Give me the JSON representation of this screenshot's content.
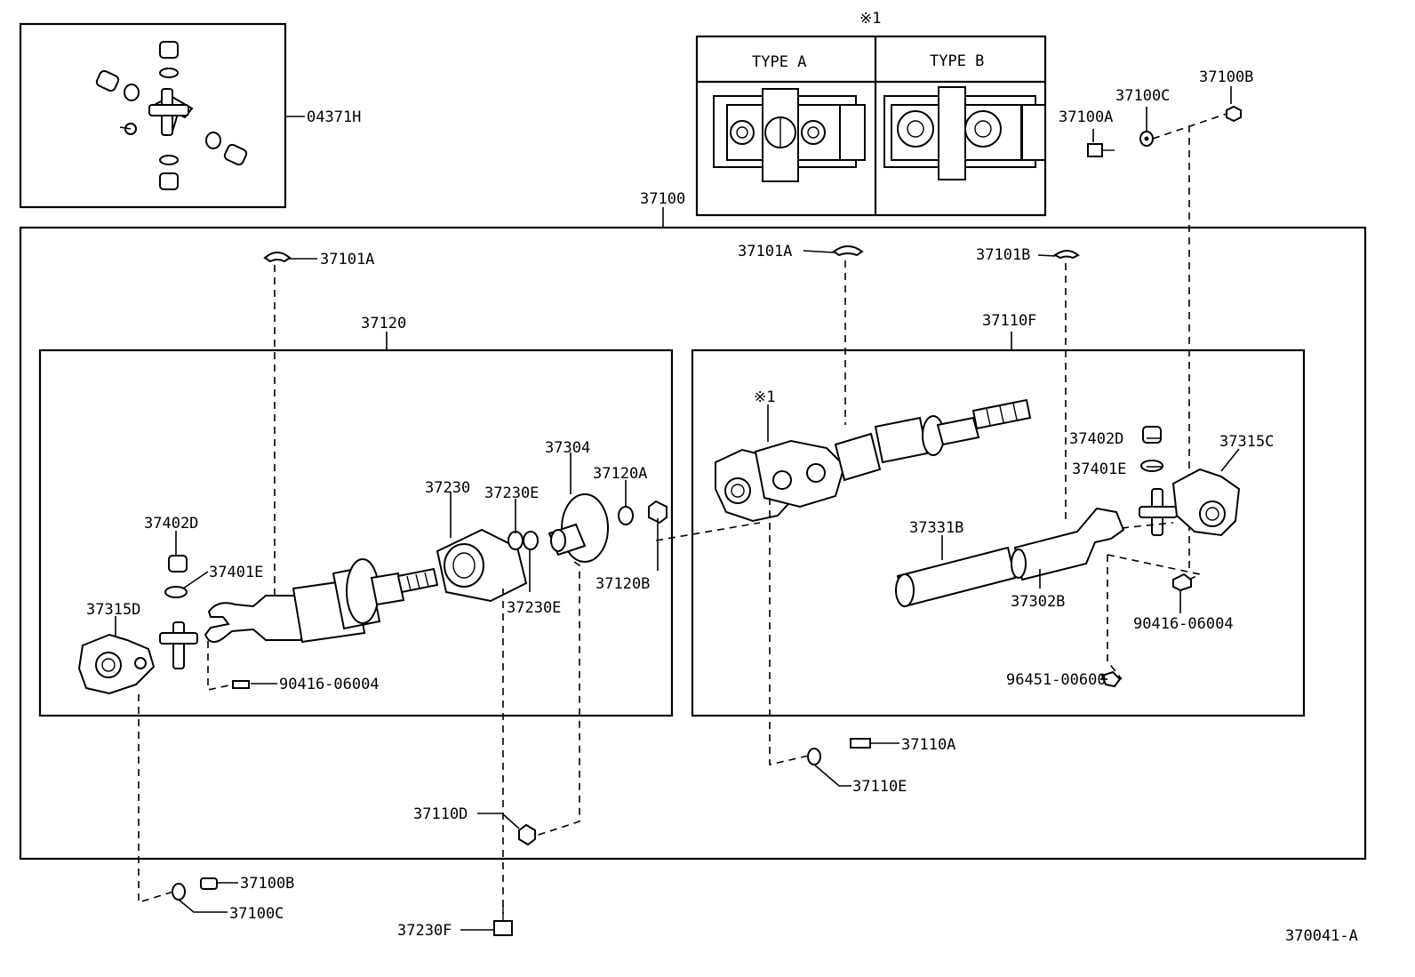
{
  "diagram": {
    "note_ref": "※1",
    "type_a_label": "TYPE A",
    "type_b_label": "TYPE B",
    "drawing_number": "370041-A",
    "parts": {
      "p04371H": "04371H",
      "p37100": "37100",
      "p37100A": "37100A",
      "p37100B_top": "37100B",
      "p37100C_top": "37100C",
      "p37101A_left": "37101A",
      "p37101A_mid": "37101A",
      "p37101B": "37101B",
      "p37120": "37120",
      "p37110F": "37110F",
      "p37304": "37304",
      "p37230": "37230",
      "p37230E_top": "37230E",
      "p37230E_bottom": "37230E",
      "p37120A": "37120A",
      "p37120B": "37120B",
      "p37402D_left": "37402D",
      "p37401E_left": "37401E",
      "p37315D": "37315D",
      "p90416_left": "90416-06004",
      "p37402D_right": "37402D",
      "p37401E_right": "37401E",
      "p37315C": "37315C",
      "p37331B": "37331B",
      "p37302B": "37302B",
      "p90416_right": "90416-06004",
      "p96451": "96451-00600",
      "p37110A": "37110A",
      "p37110E": "37110E",
      "p37110D": "37110D",
      "p37100B_bottom": "37100B",
      "p37100C_bottom": "37100C",
      "p37230F": "37230F"
    }
  }
}
